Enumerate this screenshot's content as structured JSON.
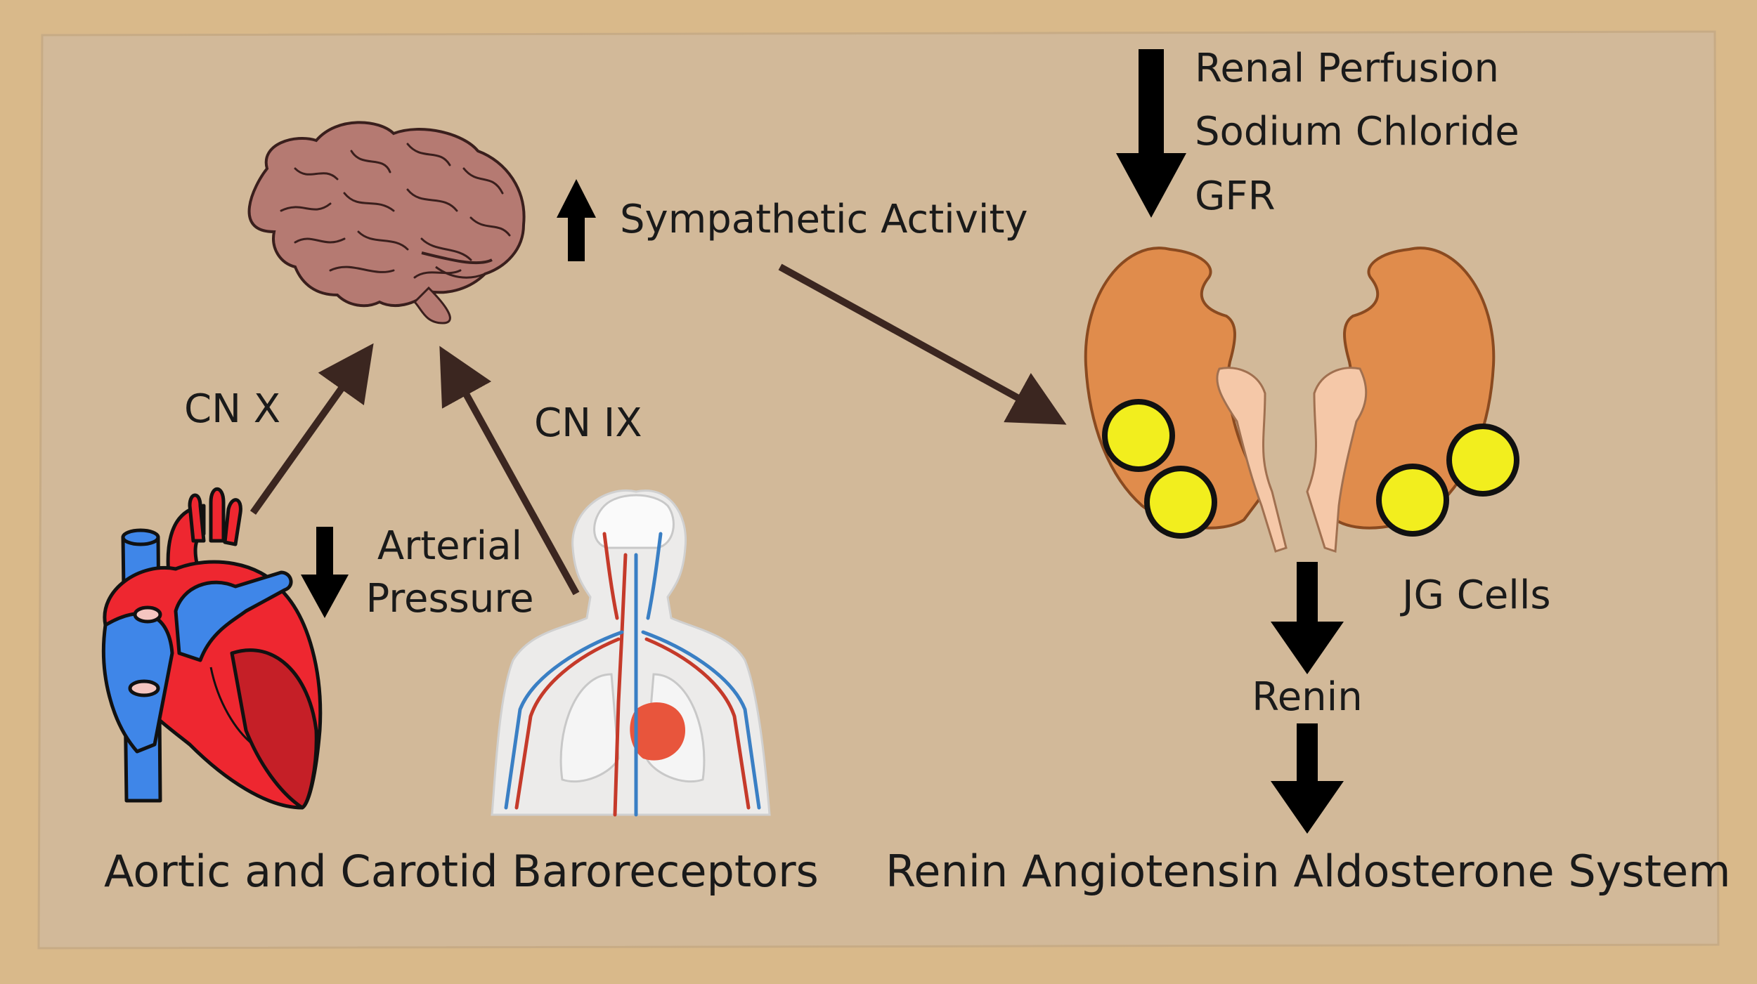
{
  "left_panel": {
    "sympathetic_activity": "Sympathetic Activity",
    "cn_x": "CN X",
    "cn_ix": "CN IX",
    "arterial_pressure_line1": "Arterial",
    "arterial_pressure_line2": "Pressure",
    "baroreceptors_title": "Aortic and Carotid Baroreceptors"
  },
  "right_panel": {
    "renal_perfusion": "Renal Perfusion",
    "sodium_chloride": "Sodium Chloride",
    "gfr": "GFR",
    "jg_cells": "JG Cells",
    "renin": "Renin",
    "raas_title": "Renin Angiotensin Aldosterone System"
  },
  "colors": {
    "paper": "#d2b999",
    "background": "#d9b98a",
    "arrow_brown": "#3b2620",
    "arrow_black": "#000000",
    "kidney": "#e08c4c",
    "ureter": "#f5c8a8",
    "jg_cells": "#f2ee1e",
    "heart_red": "#ee2730",
    "heart_blue": "#3f86e8",
    "brain": "#b57a72"
  }
}
